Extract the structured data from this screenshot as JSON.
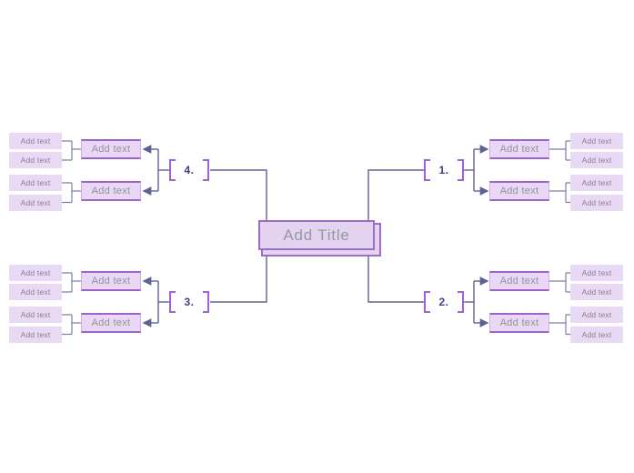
{
  "canvas": {
    "background": "#ffffff",
    "colors": {
      "central_fill": "#e4d2f1",
      "central_border": "#9c6cc6",
      "central_text": "#95989e",
      "subtopic_fill": "#e9d7f5",
      "subtopic_border": "#9c63cf",
      "subtopic_text": "#8f959c",
      "leaf_fill": "#e9d9f4",
      "leaf_text": "#857f8f",
      "bracket": "#9e62d4",
      "branch_number_text": "#44407e",
      "connector_line": "#5e6293",
      "leaf_connector_line": "#7b7fa5"
    }
  },
  "center": {
    "title": "Add Title"
  },
  "branches": [
    {
      "label": "1.",
      "side": "right",
      "position": "top",
      "subtopics": [
        {
          "label": "Add text",
          "children": [
            "Add text",
            "Add text"
          ]
        },
        {
          "label": "Add text",
          "children": [
            "Add text",
            "Add text"
          ]
        }
      ]
    },
    {
      "label": "2.",
      "side": "right",
      "position": "bottom",
      "subtopics": [
        {
          "label": "Add text",
          "children": [
            "Add text",
            "Add text"
          ]
        },
        {
          "label": "Add text",
          "children": [
            "Add text",
            "Add text"
          ]
        }
      ]
    },
    {
      "label": "3.",
      "side": "left",
      "position": "bottom",
      "subtopics": [
        {
          "label": "Add text",
          "children": [
            "Add text",
            "Add text"
          ]
        },
        {
          "label": "Add text",
          "children": [
            "Add text",
            "Add text"
          ]
        }
      ]
    },
    {
      "label": "4.",
      "side": "left",
      "position": "top",
      "subtopics": [
        {
          "label": "Add text",
          "children": [
            "Add text",
            "Add text"
          ]
        },
        {
          "label": "Add text",
          "children": [
            "Add text",
            "Add text"
          ]
        }
      ]
    }
  ]
}
